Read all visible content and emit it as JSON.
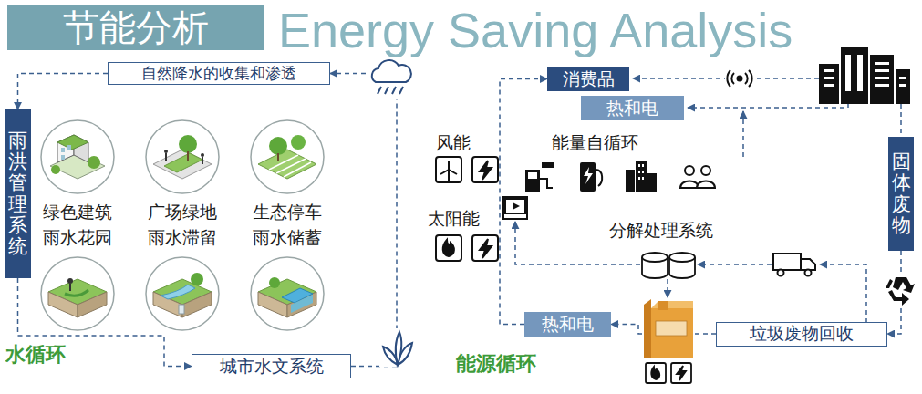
{
  "diagram": {
    "title": "节能分析",
    "nodes": [
      {
        "text": [
          "自然降水的收集和渗透"
        ]
      },
      {
        "text": [
          "雨洪管理系统"
        ]
      },
      {
        "text": [
          "城市水文系统"
        ]
      },
      {
        "text": [
          "消费品"
        ]
      },
      {
        "text": [
          "热和电"
        ]
      },
      {
        "text": [
          "固体废物"
        ]
      },
      {
        "text": [
          "垃圾废物回收"
        ]
      },
      {
        "text": [
          "热和电"
        ]
      }
    ],
    "edges": [
      {
        "from": 0,
        "to": 1,
        "arrow": "to"
      },
      {
        "from": 1,
        "to": 2,
        "arrow": "to"
      },
      {
        "from": 2,
        "to": 0,
        "arrow": "to"
      },
      {
        "from": 5,
        "to": 6,
        "arrow": "to"
      },
      {
        "from": 6,
        "to": 7,
        "arrow": "to"
      },
      {
        "from": 7,
        "to": 3,
        "arrow": "to"
      }
    ],
    "labels": [
      "Energy Saving Analysis",
      "绿色建筑",
      "广场绿地",
      "生态停车",
      "雨水花园",
      "雨水滞留",
      "雨水储蓄",
      "水循环",
      "风能",
      "太阳能",
      "能量自循环",
      "分解处理系统",
      "能源循环"
    ]
  }
}
